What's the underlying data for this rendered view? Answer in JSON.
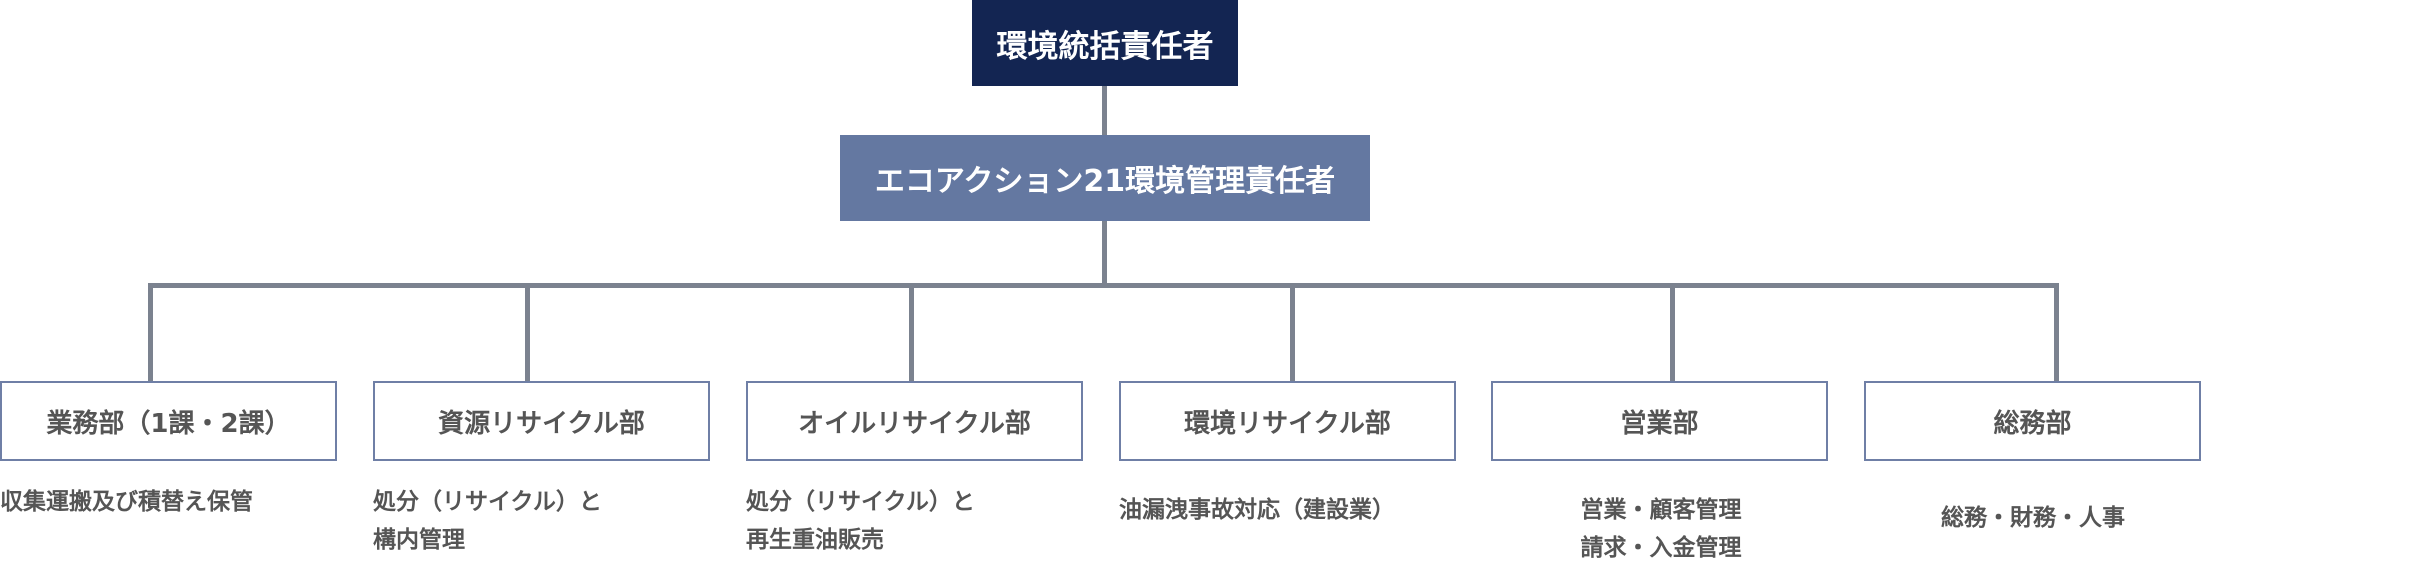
{
  "chart": {
    "top": {
      "label": "環境統括責任者"
    },
    "middle": {
      "label": "エコアクション21環境管理責任者"
    },
    "departments": [
      {
        "name": "業務部（1課・2課）",
        "duties": [
          "収集運搬及び積替え保管"
        ]
      },
      {
        "name": "資源リサイクル部",
        "duties": [
          "処分（リサイクル）と",
          "構内管理"
        ]
      },
      {
        "name": "オイルリサイクル部",
        "duties": [
          "処分（リサイクル）と",
          "再生重油販売"
        ]
      },
      {
        "name": "環境リサイクル部",
        "duties": [
          "油漏洩事故対応（建設業）"
        ]
      },
      {
        "name": "営業部",
        "duties": [
          "営業・顧客管理",
          "請求・入金管理"
        ]
      },
      {
        "name": "総務部",
        "duties": [
          "総務・財務・人事"
        ]
      }
    ]
  },
  "colors": {
    "top_box": "#132552",
    "middle_box": "#6478a1",
    "department_border": "#6f7fa6",
    "connector": "#7b828f",
    "text": "#555555"
  }
}
